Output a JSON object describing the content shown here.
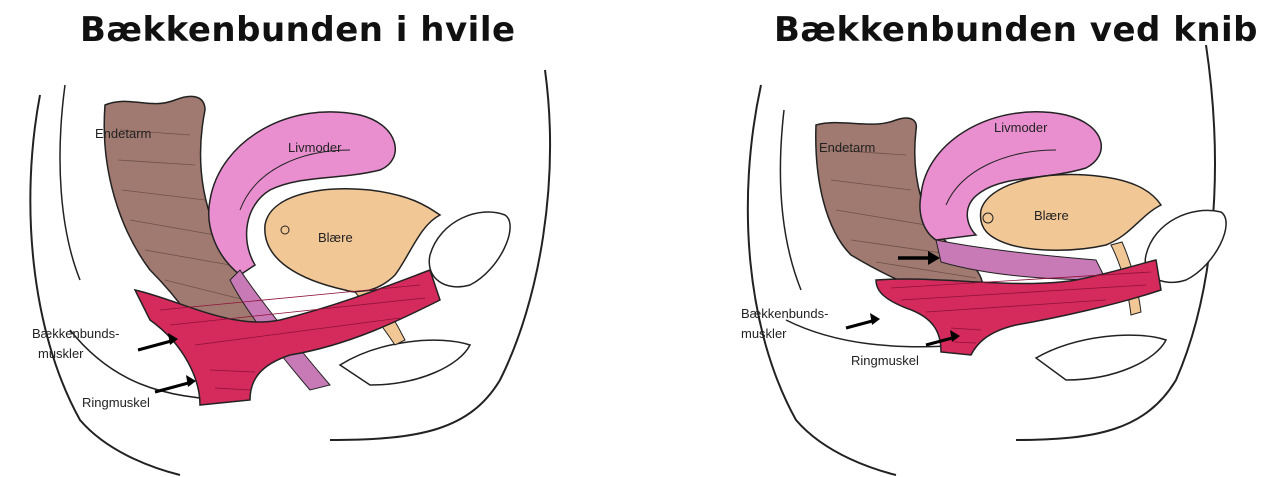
{
  "panels": [
    {
      "title": "Bækkenbunden i hvile",
      "labels": {
        "rectum": "Endetarm",
        "uterus": "Livmoder",
        "bladder": "Blære",
        "pelvic_muscles_1": "Bækkenbunds-",
        "pelvic_muscles_2": "muskler",
        "sphincter": "Ringmuskel"
      }
    },
    {
      "title": "Bækkenbunden ved knib",
      "labels": {
        "rectum": "Endetarm",
        "uterus": "Livmoder",
        "bladder": "Blære",
        "pelvic_muscles_1": "Bækkenbunds-",
        "pelvic_muscles_2": "muskler",
        "sphincter": "Ringmuskel"
      }
    }
  ],
  "colors": {
    "rectum": "#a07a70",
    "uterus": "#e98fd0",
    "bladder": "#f2c796",
    "muscle": "#d42a5c",
    "outline": "#222222"
  }
}
